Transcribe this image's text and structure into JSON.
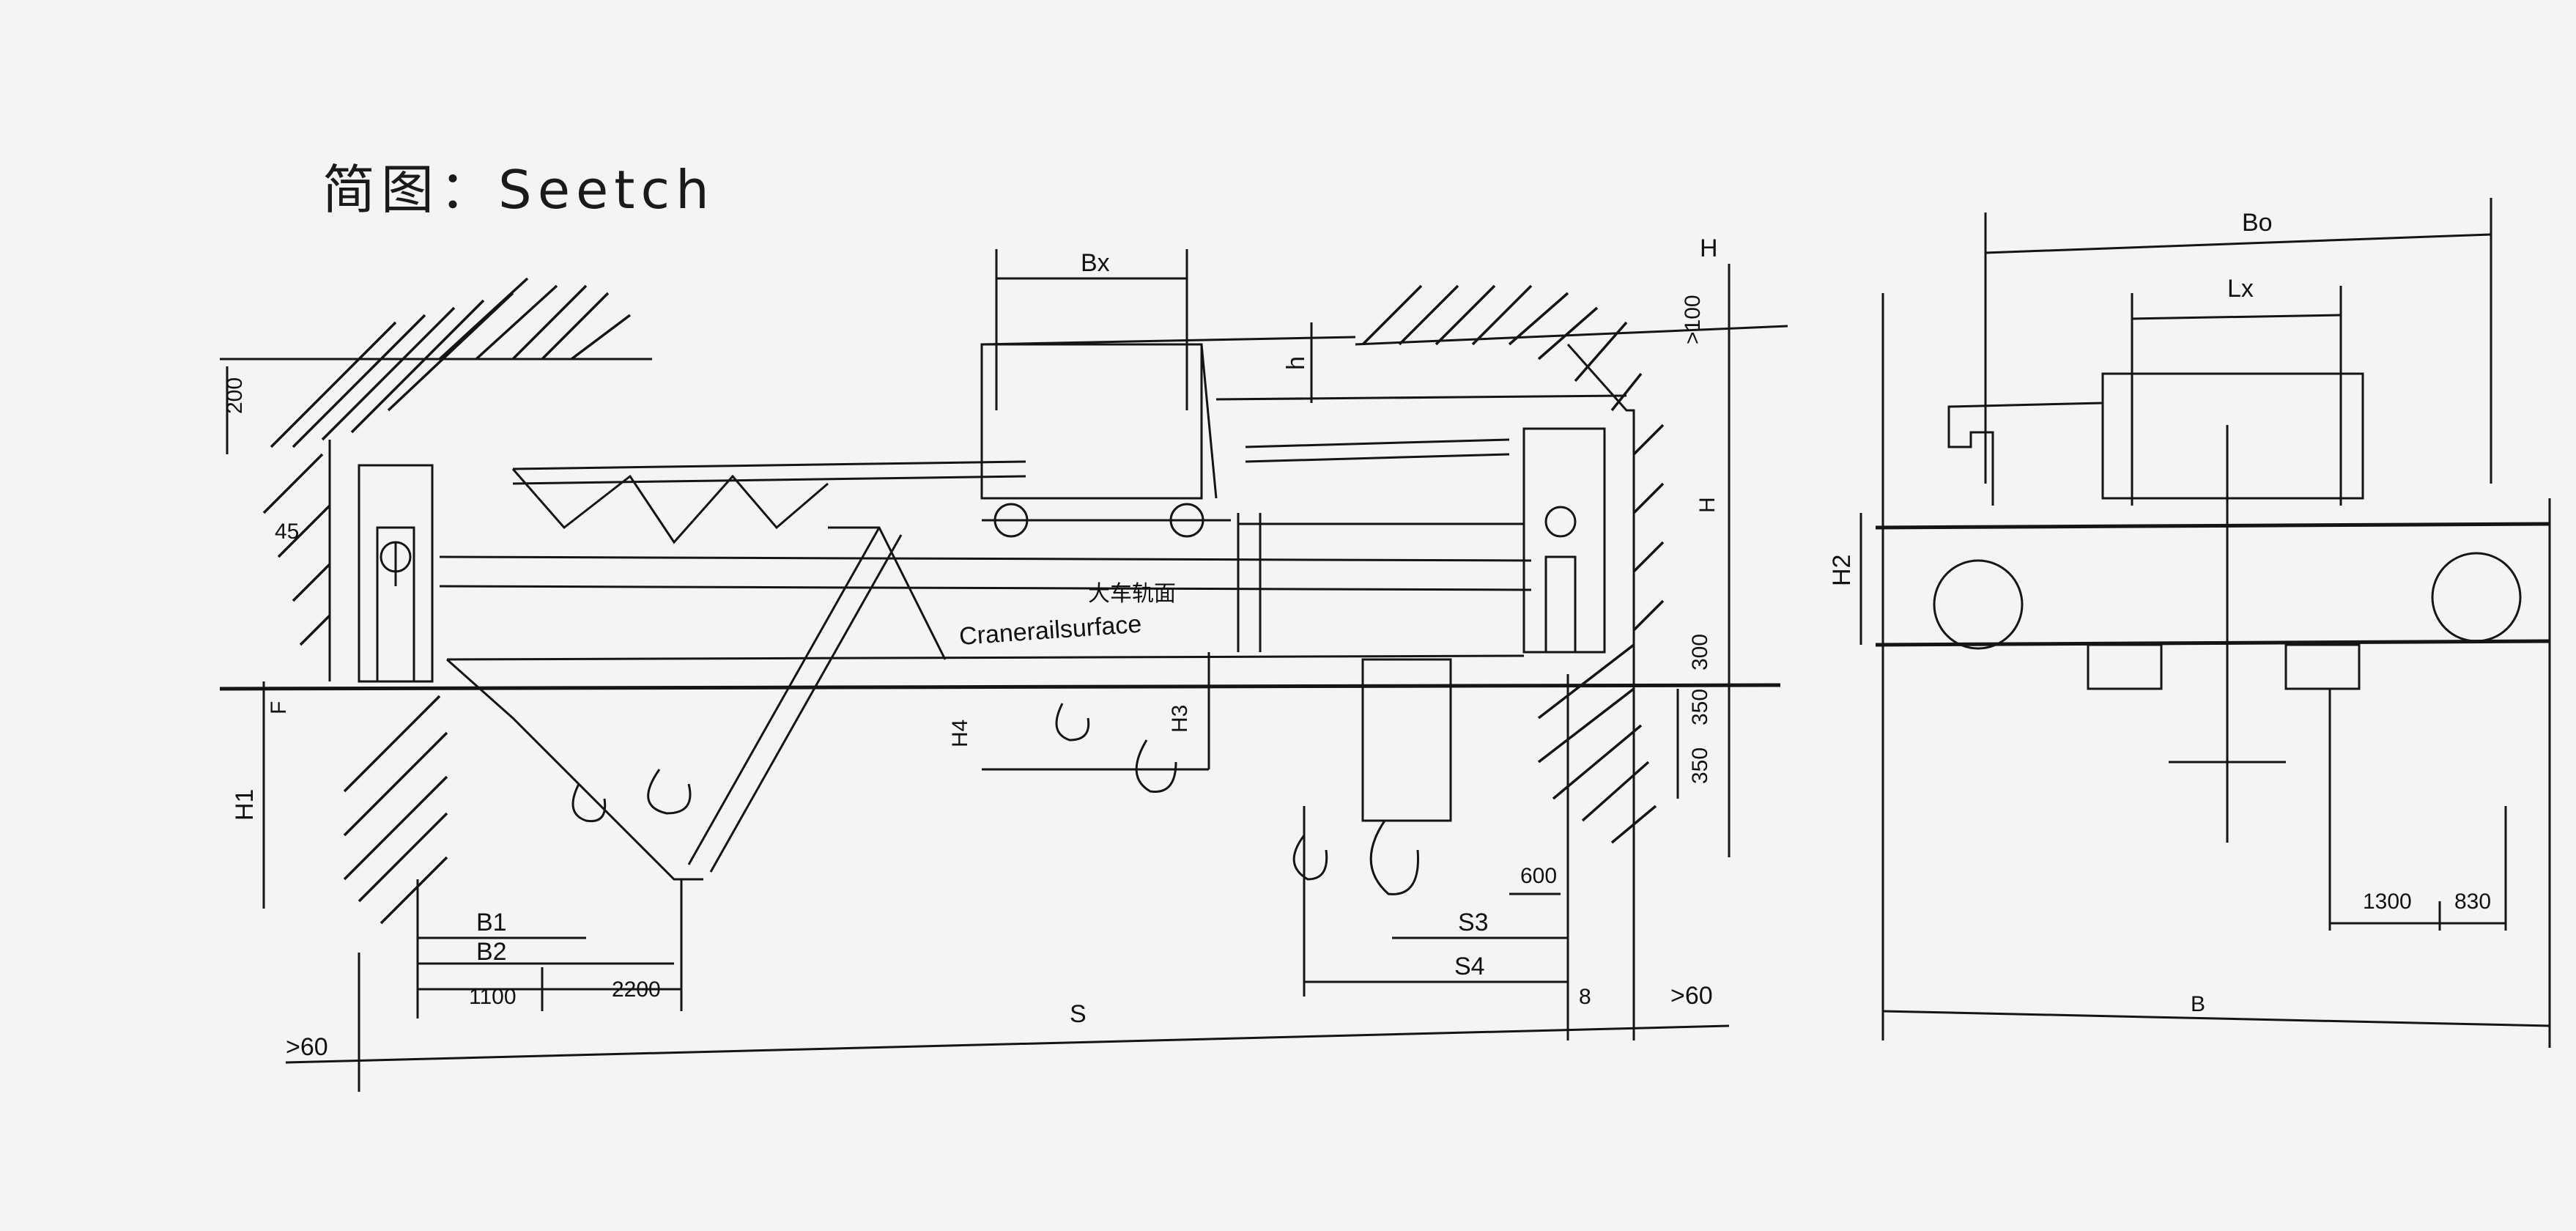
{
  "title": "简图：Seetch",
  "front_view": {
    "labels": {
      "Bx": "Bx",
      "h": "h",
      "H_top": "H",
      "ge100": ">100",
      "H_mid": "H",
      "dim_200": "200",
      "angle_45": "45",
      "F": "F",
      "H1": "H1",
      "H4": "H4",
      "H3": "H3",
      "rail_cn": "大车轨面",
      "rail_en": "Cranerailsurface",
      "dim_300": "300",
      "dim_350a": "350",
      "dim_350b": "350",
      "dim_600": "600",
      "S3": "S3",
      "S4": "S4",
      "B1": "B1",
      "B2": "B2",
      "dim_1100": "1100",
      "dim_2200": "2200",
      "S": "S",
      "dim_8": "8",
      "gt60_left": ">60",
      "gt60_right": ">60"
    }
  },
  "side_view": {
    "labels": {
      "B0": "Bo",
      "Lx": "Lx",
      "H2": "H2",
      "dim_1300": "1300",
      "dim_830": "830",
      "B": "B"
    }
  }
}
